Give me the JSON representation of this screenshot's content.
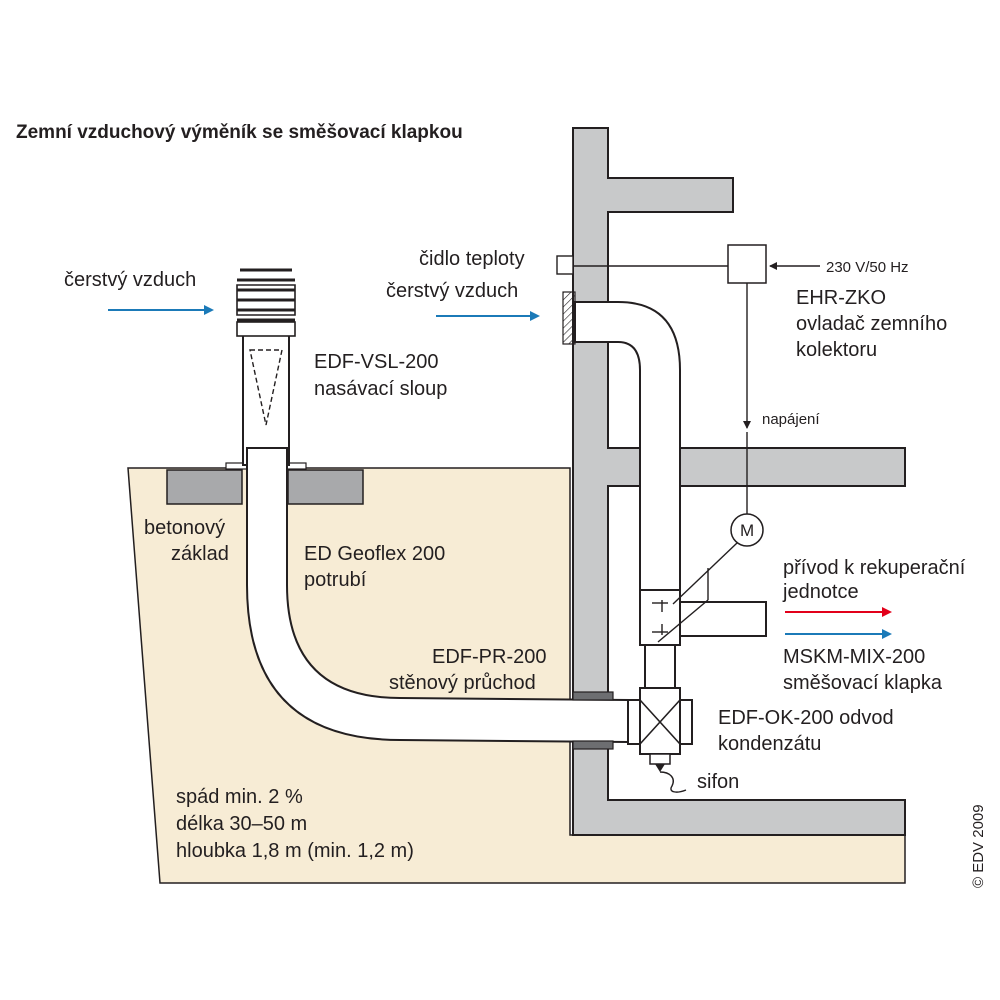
{
  "title": "Zemní vzduchový výměník se směšovací klapkou",
  "labels": {
    "fresh_air_left": "čerstvý vzduch",
    "edf_vsl_line1": "EDF-VSL-200",
    "edf_vsl_line2": "nasávací sloup",
    "concrete_line1": "betonový",
    "concrete_line2": "základ",
    "geoflex_line1": "ED Geoflex 200",
    "geoflex_line2": "potrubí",
    "temp_sensor": "čidlo teploty",
    "fresh_air_right": "čerstvý vzduch",
    "power_supply": "230 V/50 Hz",
    "ehr_line1": "EHR-ZKO",
    "ehr_line2": "ovladač zemního",
    "ehr_line3": "kolektoru",
    "napajeni": "napájení",
    "motor": "M",
    "prived_line1": "přívod k rekuperační",
    "prived_line2": "jednotce",
    "mskm_line1": "MSKM-MIX-200",
    "mskm_line2": "směšovací klapka",
    "edf_pr_line1": "EDF-PR-200",
    "edf_pr_line2": "stěnový průchod",
    "edf_ok_line1": "EDF-OK-200 odvod",
    "edf_ok_line2": "kondenzátu",
    "sifon": "sifon",
    "spad": "spád min. 2 %",
    "delka": "délka 30–50 m",
    "hloubka": "hloubka 1,8 m (min. 1,2 m)",
    "copyright": "© EDV 2009"
  },
  "colors": {
    "soil": "#f7ecd5",
    "wall": "#c8c9ca",
    "fresh_air_arrow": "#1b7ab8",
    "warm_arrow": "#e2001a",
    "outline": "#231f20"
  }
}
